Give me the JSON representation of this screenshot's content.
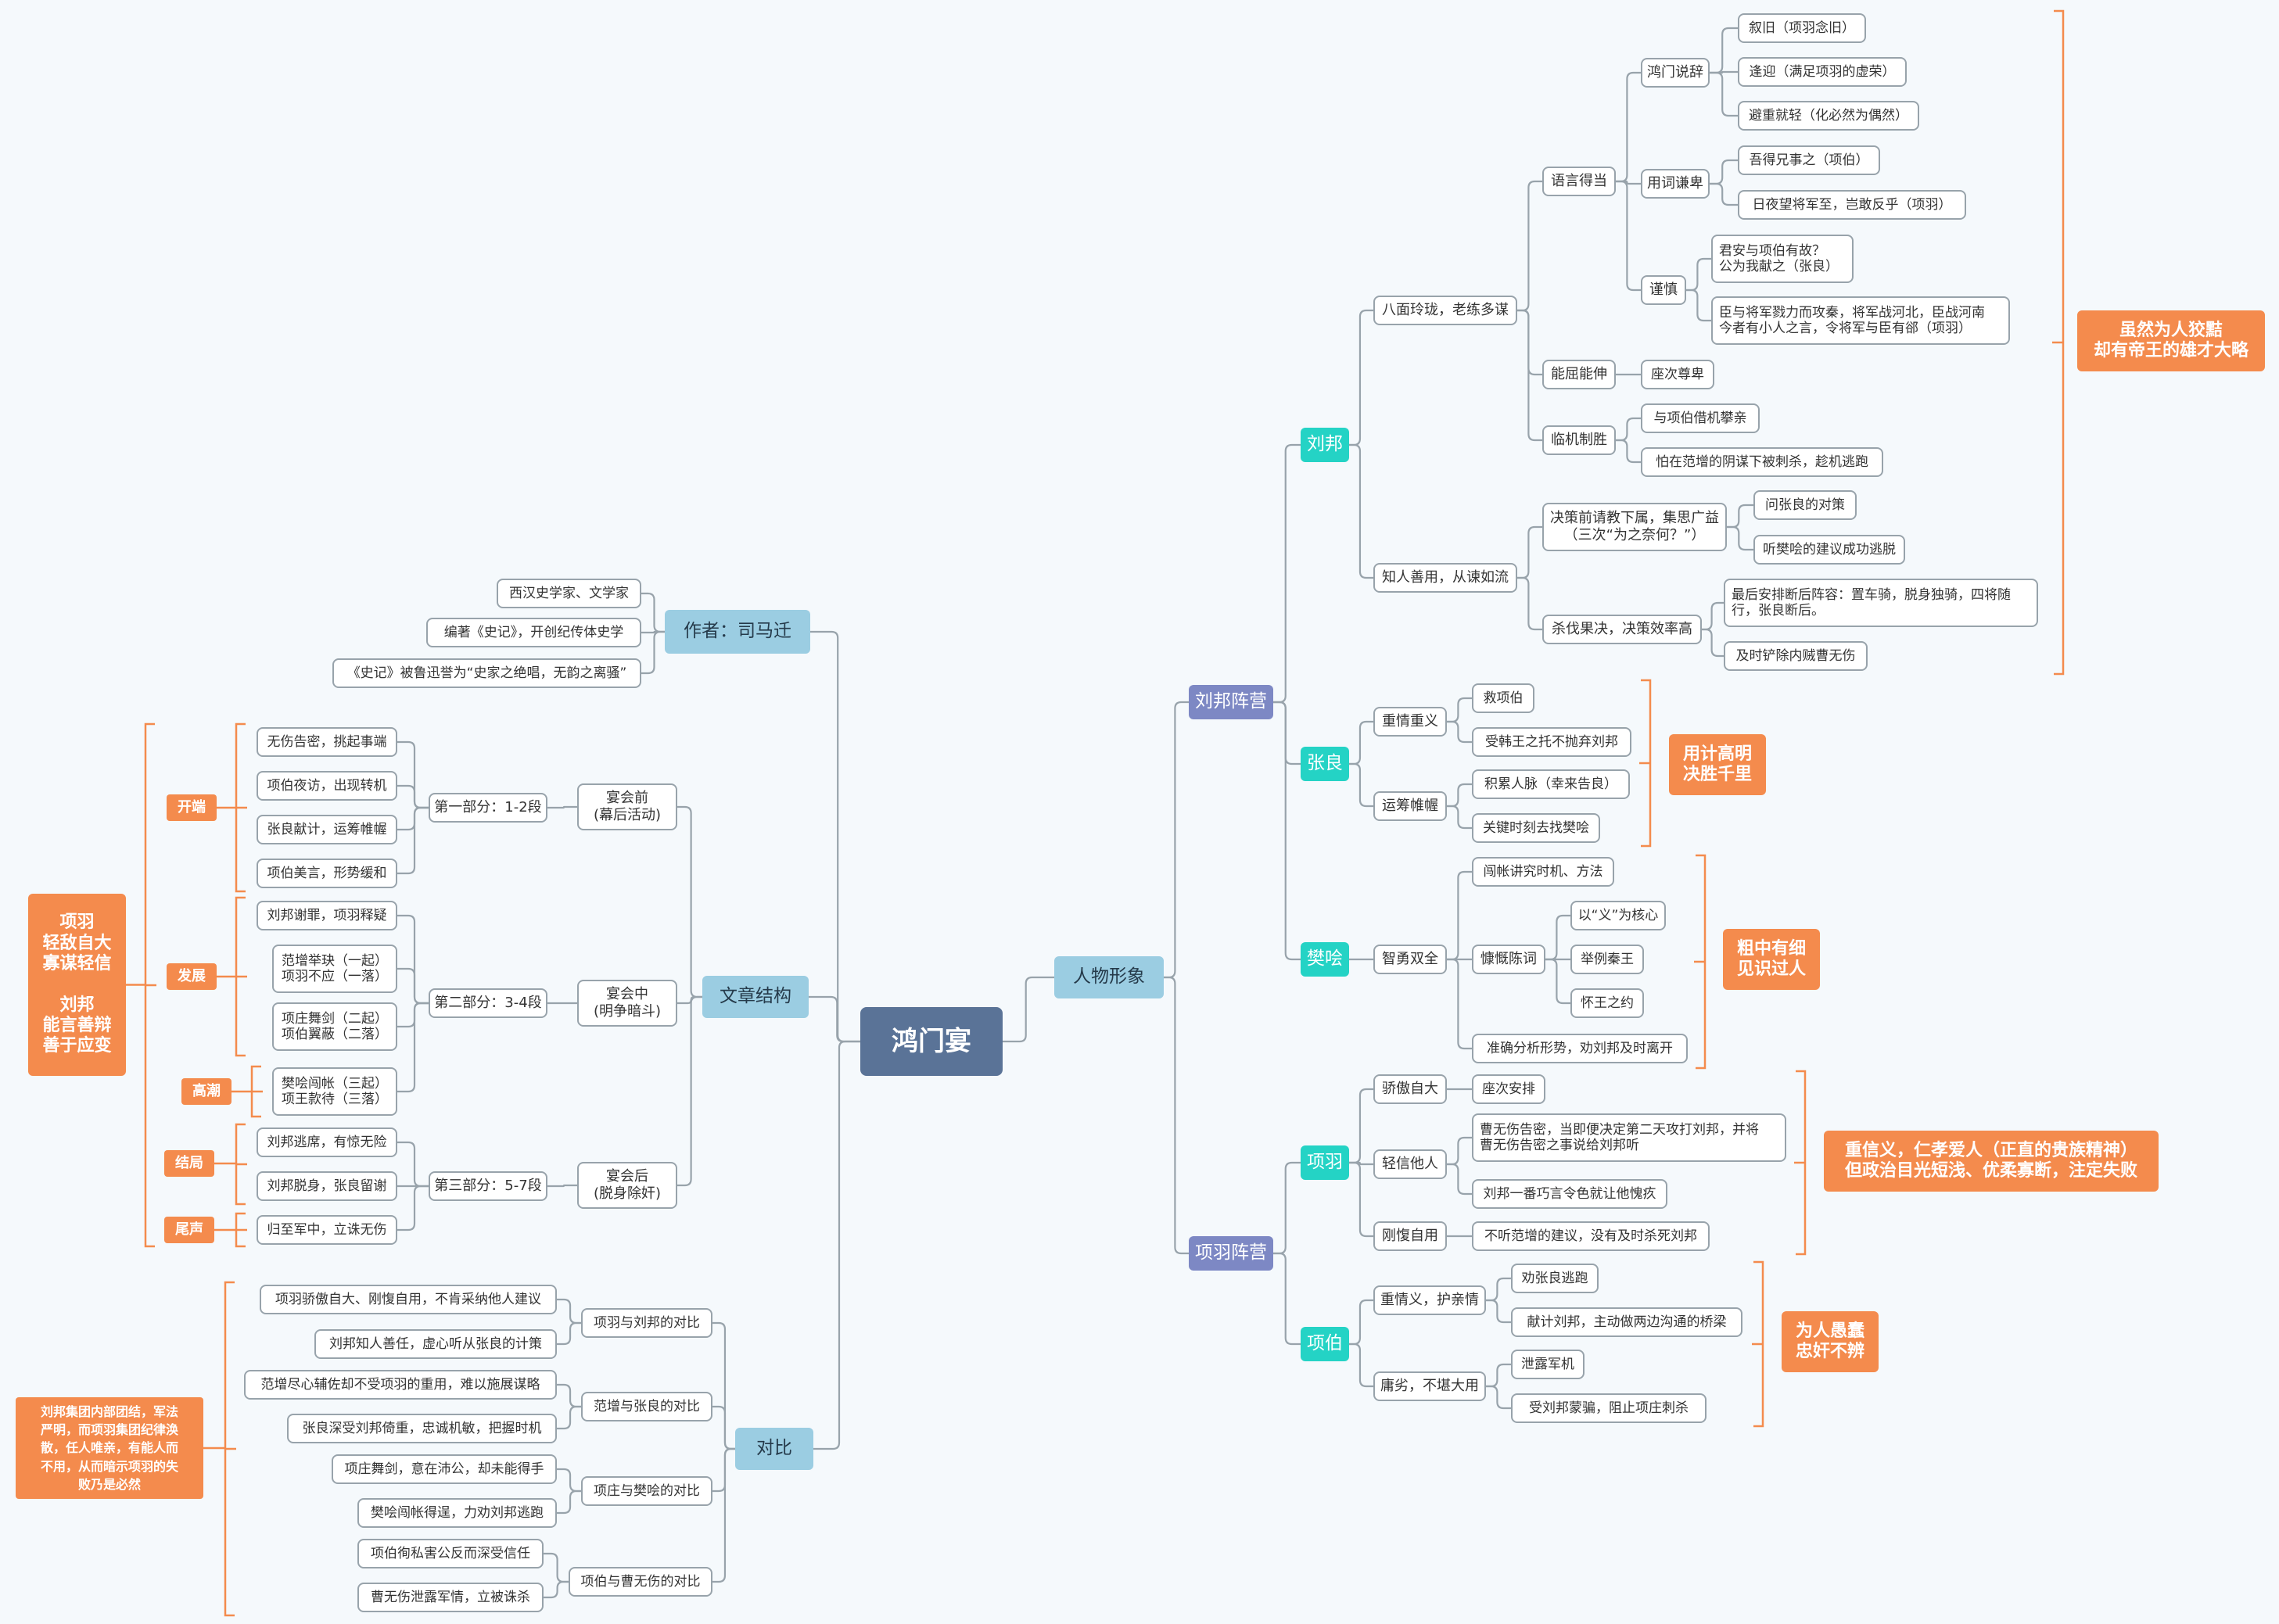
{
  "root": "鸿门宴",
  "author": {
    "title": "作者：司马迁",
    "items": [
      "西汉史学家、文学家",
      "编著《史记》，开创纪传体史学",
      "《史记》被鲁迅誉为“史家之绝唱，无韵之离骚”"
    ]
  },
  "structure": {
    "title": "文章结构",
    "before": {
      "stage": "宴会前\n(幕后活动)",
      "part": "第一部分：1-2段",
      "items": [
        "无伤告密，挑起事端",
        "项伯夜访，出现转机",
        "张良献计，运筹帷幄",
        "项伯美言，形势缓和"
      ]
    },
    "during": {
      "stage": "宴会中\n(明争暗斗)",
      "part": "第二部分：3-4段",
      "items": [
        "刘邦谢罪，项羽释疑",
        "范增举玦（一起）\n项羽不应（一落）",
        "项庄舞剑（二起）\n项伯翼蔽（二落）",
        "樊哙闯帐（三起）\n项王款待（三落）"
      ]
    },
    "after": {
      "stage": "宴会后\n(脱身除奸)",
      "part": "第三部分：5-7段",
      "items": [
        "刘邦逃席，有惊无险",
        "刘邦脱身，张良留谢",
        "归至军中，立诛无伤"
      ]
    },
    "phases": [
      "开端",
      "发展",
      "高潮",
      "结局",
      "尾声"
    ],
    "summary": "项羽\n轻敌自大\n寡谋轻信\n\n刘邦\n能言善辩\n善于应变"
  },
  "contrast": {
    "title": "对比",
    "groups": [
      {
        "label": "项羽与刘邦的对比",
        "items": [
          "项羽骄傲自大、刚愎自用，不肯采纳他人建议",
          "刘邦知人善任，虚心听从张良的计策"
        ]
      },
      {
        "label": "范增与张良的对比",
        "items": [
          "范增尽心辅佐却不受项羽的重用，难以施展谋略",
          "张良深受刘邦倚重，忠诚机敏，把握时机"
        ]
      },
      {
        "label": "项庄与樊哙的对比",
        "items": [
          "项庄舞剑，意在沛公，却未能得手",
          "樊哙闯帐得逞，力劝刘邦逃跑"
        ]
      },
      {
        "label": "项伯与曹无伤的对比",
        "items": [
          "项伯徇私害公反而深受信任",
          "曹无伤泄露军情，立被诛杀"
        ]
      }
    ],
    "summary": "刘邦集团内部团结，军法\n严明，而项羽集团纪律涣\n散，任人唯亲，有能人而\n不用，从而暗示项羽的失\n败乃是必然"
  },
  "characters": {
    "title": "人物形象",
    "liu_camp": "刘邦阵营",
    "xiang_camp": "项羽阵营",
    "liubang": {
      "name": "刘邦",
      "t1": "八面玲珑，老练多谋",
      "t1_lang": "语言得当",
      "hongmen": "鸿门说辞",
      "hongmen_items": [
        "叙旧（项羽念旧）",
        "逢迎（满足项羽的虚荣）",
        "避重就轻（化必然为偶然）"
      ],
      "humble": "用词谦卑",
      "humble_items": [
        "吾得兄事之（项伯）",
        "日夜望将军至，岂敢反乎（项羽）"
      ],
      "careful": "谨慎",
      "careful_items": [
        "君安与项伯有故？\n公为我献之（张良）",
        "臣与将军戮力而攻秦，将军战河北，臣战河南\n今者有小人之言，令将军与臣有郤（项羽）"
      ],
      "flex": "能屈能伸",
      "flex_item": "座次尊卑",
      "adapt": "临机制胜",
      "adapt_items": [
        "与项伯借机攀亲",
        "怕在范增的阴谋下被刺杀，趁机逃跑"
      ],
      "t2": "知人善用，从谏如流",
      "consult": "决策前请教下属，集思广益\n（三次“为之奈何？”）",
      "consult_items": [
        "问张良的对策",
        "听樊哙的建议成功逃脱"
      ],
      "decisive": "杀伐果决，决策效率高",
      "decisive_items": [
        "最后安排断后阵容：置车骑，脱身独骑，四将随\n行，张良断后。",
        "及时铲除内贼曹无伤"
      ],
      "summary": "虽然为人狡黠\n却有帝王的雄才大略"
    },
    "zhangliang": {
      "name": "张良",
      "t1": "重情重义",
      "t1_items": [
        "救项伯",
        "受韩王之托不抛弃刘邦"
      ],
      "t2": "运筹帷幄",
      "t2_items": [
        "积累人脉（幸来告良）",
        "关键时刻去找樊哙"
      ],
      "summary": "用计高明\n决胜千里"
    },
    "fankuai": {
      "name": "樊哙",
      "t1": "智勇双全",
      "a": "闯帐讲究时机、方法",
      "b": "慷慨陈词",
      "b_items": [
        "以“义”为核心",
        "举例秦王",
        "怀王之约"
      ],
      "c": "准确分析形势，劝刘邦及时离开",
      "summary": "粗中有细\n见识过人"
    },
    "xiangyu": {
      "name": "项羽",
      "t1": "骄傲自大",
      "t1_item": "座次安排",
      "t2": "轻信他人",
      "t2_items": [
        "曹无伤告密，当即便决定第二天攻打刘邦，并将\n曹无伤告密之事说给刘邦听",
        "刘邦一番巧言令色就让他愧疚"
      ],
      "t3": "刚愎自用",
      "t3_item": "不听范增的建议，没有及时杀死刘邦",
      "summary": "重信义，仁孝爱人（正直的贵族精神）\n但政治目光短浅、优柔寡断，注定失败"
    },
    "xiangbo": {
      "name": "项伯",
      "t1": "重情义，护亲情",
      "t1_items": [
        "劝张良逃跑",
        "献计刘邦，主动做两边沟通的桥梁"
      ],
      "t2": "庸劣，不堪大用",
      "t2_items": [
        "泄露军机",
        "受刘邦蒙骗，阻止项庄刺杀"
      ],
      "summary": "为人愚蠢\n忠奸不辨"
    }
  },
  "colors": {
    "root": "#5a7397",
    "main": "#9bcde2",
    "camp": "#7d88c4",
    "person": "#24d3c5",
    "summary": "#f48b4d",
    "line": "#98a3ab",
    "background": "#f5f9fc"
  }
}
